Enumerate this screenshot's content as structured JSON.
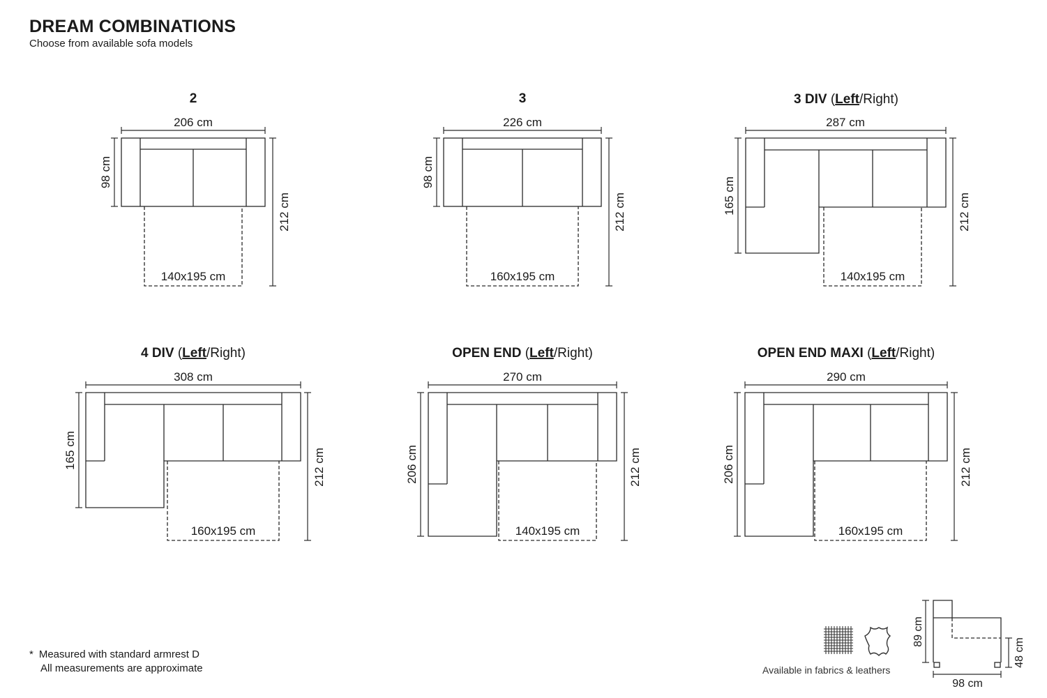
{
  "header": {
    "title": "DREAM COMBINATIONS",
    "subtitle": "Choose from available sofa models"
  },
  "models": [
    {
      "name": "2",
      "width": "206 cm",
      "depth": "98 cm",
      "open_depth": "212 cm",
      "bed": "140x195 cm"
    },
    {
      "name": "3",
      "width": "226 cm",
      "depth": "98 cm",
      "open_depth": "212 cm",
      "bed": "160x195 cm"
    },
    {
      "name": "3 DIV",
      "option_left": "Left",
      "option_right": "Right",
      "width": "287 cm",
      "depth": "165 cm",
      "open_depth": "212 cm",
      "bed": "140x195 cm"
    },
    {
      "name": "4 DIV",
      "option_left": "Left",
      "option_right": "Right",
      "width": "308 cm",
      "depth": "165 cm",
      "open_depth": "212 cm",
      "bed": "160x195 cm"
    },
    {
      "name": "OPEN END",
      "option_left": "Left",
      "option_right": "Right",
      "width": "270 cm",
      "depth": "206 cm",
      "open_depth": "212 cm",
      "bed": "140x195 cm"
    },
    {
      "name": "OPEN END MAXI",
      "option_left": "Left",
      "option_right": "Right",
      "width": "290 cm",
      "depth": "206 cm",
      "open_depth": "212 cm",
      "bed": "160x195 cm"
    }
  ],
  "profile": {
    "height": "89 cm",
    "seat_height": "48 cm",
    "depth": "98 cm"
  },
  "footer": {
    "note_mark": "*",
    "note_line1": "Measured with standard armrest D",
    "note_line2": "All measurements are approximate",
    "materials_label": "Available in fabrics & leathers",
    "fabric_icon": "fabric-grid-icon",
    "leather_icon": "leather-hide-icon"
  }
}
